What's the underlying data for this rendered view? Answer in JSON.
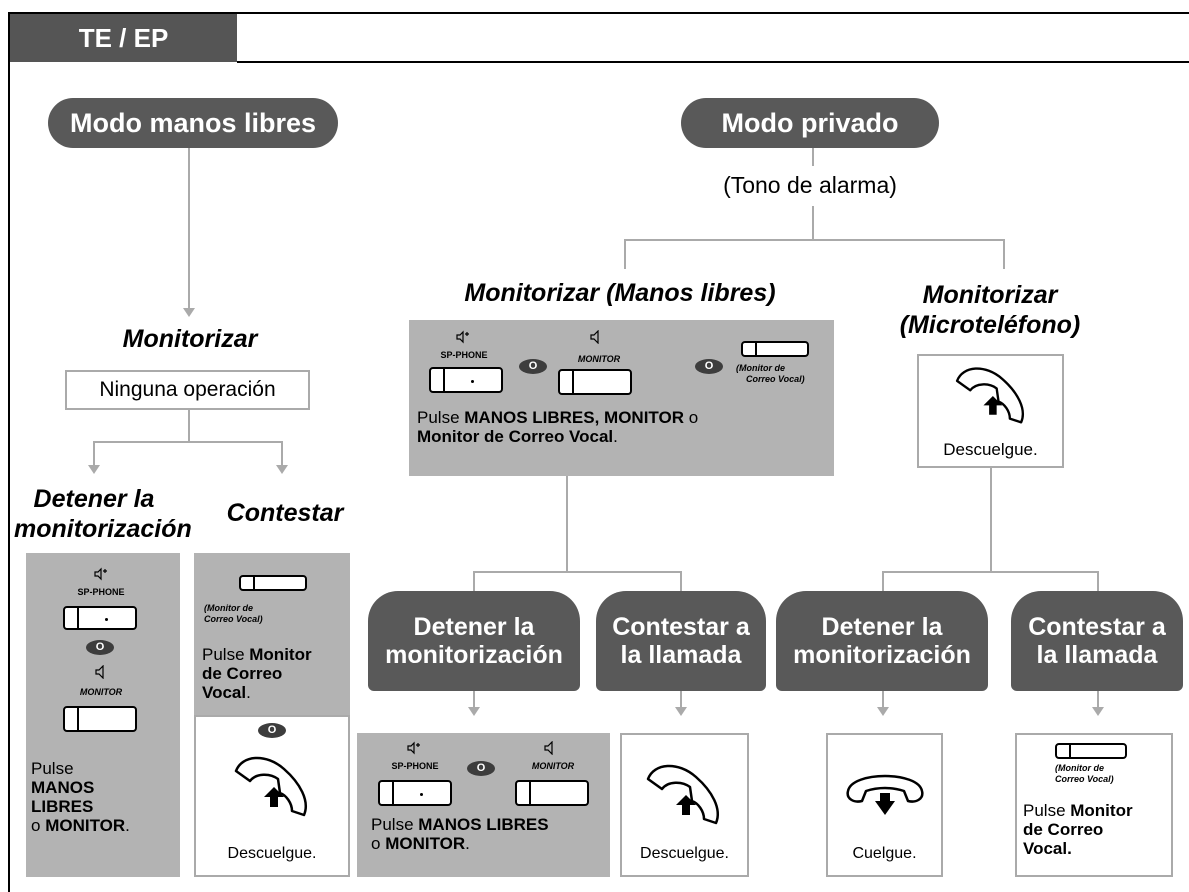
{
  "tag": "TE / EP",
  "modes": {
    "handsfree": "Modo manos libres",
    "private": "Modo privado"
  },
  "alarm_tone": "(Tono de alarma)",
  "left": {
    "heading": "Monitorizar",
    "no_op": "Ninguna operación",
    "stop_heading_1": "Detener la",
    "stop_heading_2": "monitorización",
    "answer_heading": "Contestar",
    "stop_box": {
      "pulse": "Pulse",
      "b1": "MANOS",
      "b2": "LIBRES",
      "o": "o",
      "b3": "MONITOR",
      "dot": "."
    },
    "answer_box": {
      "pulse": "Pulse",
      "b1": "Monitor",
      "b2": "de Correo",
      "b3": "Vocal",
      "dot": "."
    },
    "pick_up": "Descuelgue."
  },
  "middle": {
    "heading": "Monitorizar (Manos libres)",
    "instr_pulse": "Pulse ",
    "instr_bold1": "MANOS LIBRES, MONITOR",
    "instr_o": " o",
    "instr_bold2": "Monitor de Correo Vocal",
    "instr_end": ".",
    "stop_pill": [
      "Detener la",
      "monitorización"
    ],
    "answer_pill": [
      "Contestar a",
      "la llamada"
    ],
    "stop_instr_pulse": "Pulse  ",
    "stop_instr_b1": "MANOS LIBRES",
    "stop_instr_o": "o ",
    "stop_instr_b2": "MONITOR",
    "stop_instr_end": ".",
    "pick_up": "Descuelgue."
  },
  "right": {
    "heading_1": "Monitorizar",
    "heading_2": "(Microteléfono)",
    "pick_up": "Descuelgue.",
    "stop_pill": [
      "Detener la",
      "monitorización"
    ],
    "answer_pill": [
      "Contestar a",
      "la llamada"
    ],
    "hang_up": "Cuelgue.",
    "answer_instr": {
      "pulse": "Pulse ",
      "b1": "Monitor",
      "b2": "de Correo",
      "b3": "Vocal."
    }
  },
  "buttons": {
    "sp_phone": "SP-PHONE",
    "monitor": "MONITOR",
    "vm_monitor_1": "(Monitor de",
    "vm_monitor_2": "Correo Vocal)",
    "or": "O"
  },
  "icons": [
    "speakerphone-icon",
    "speaker-icon",
    "handset-pickup-icon",
    "handset-hangup-icon"
  ]
}
